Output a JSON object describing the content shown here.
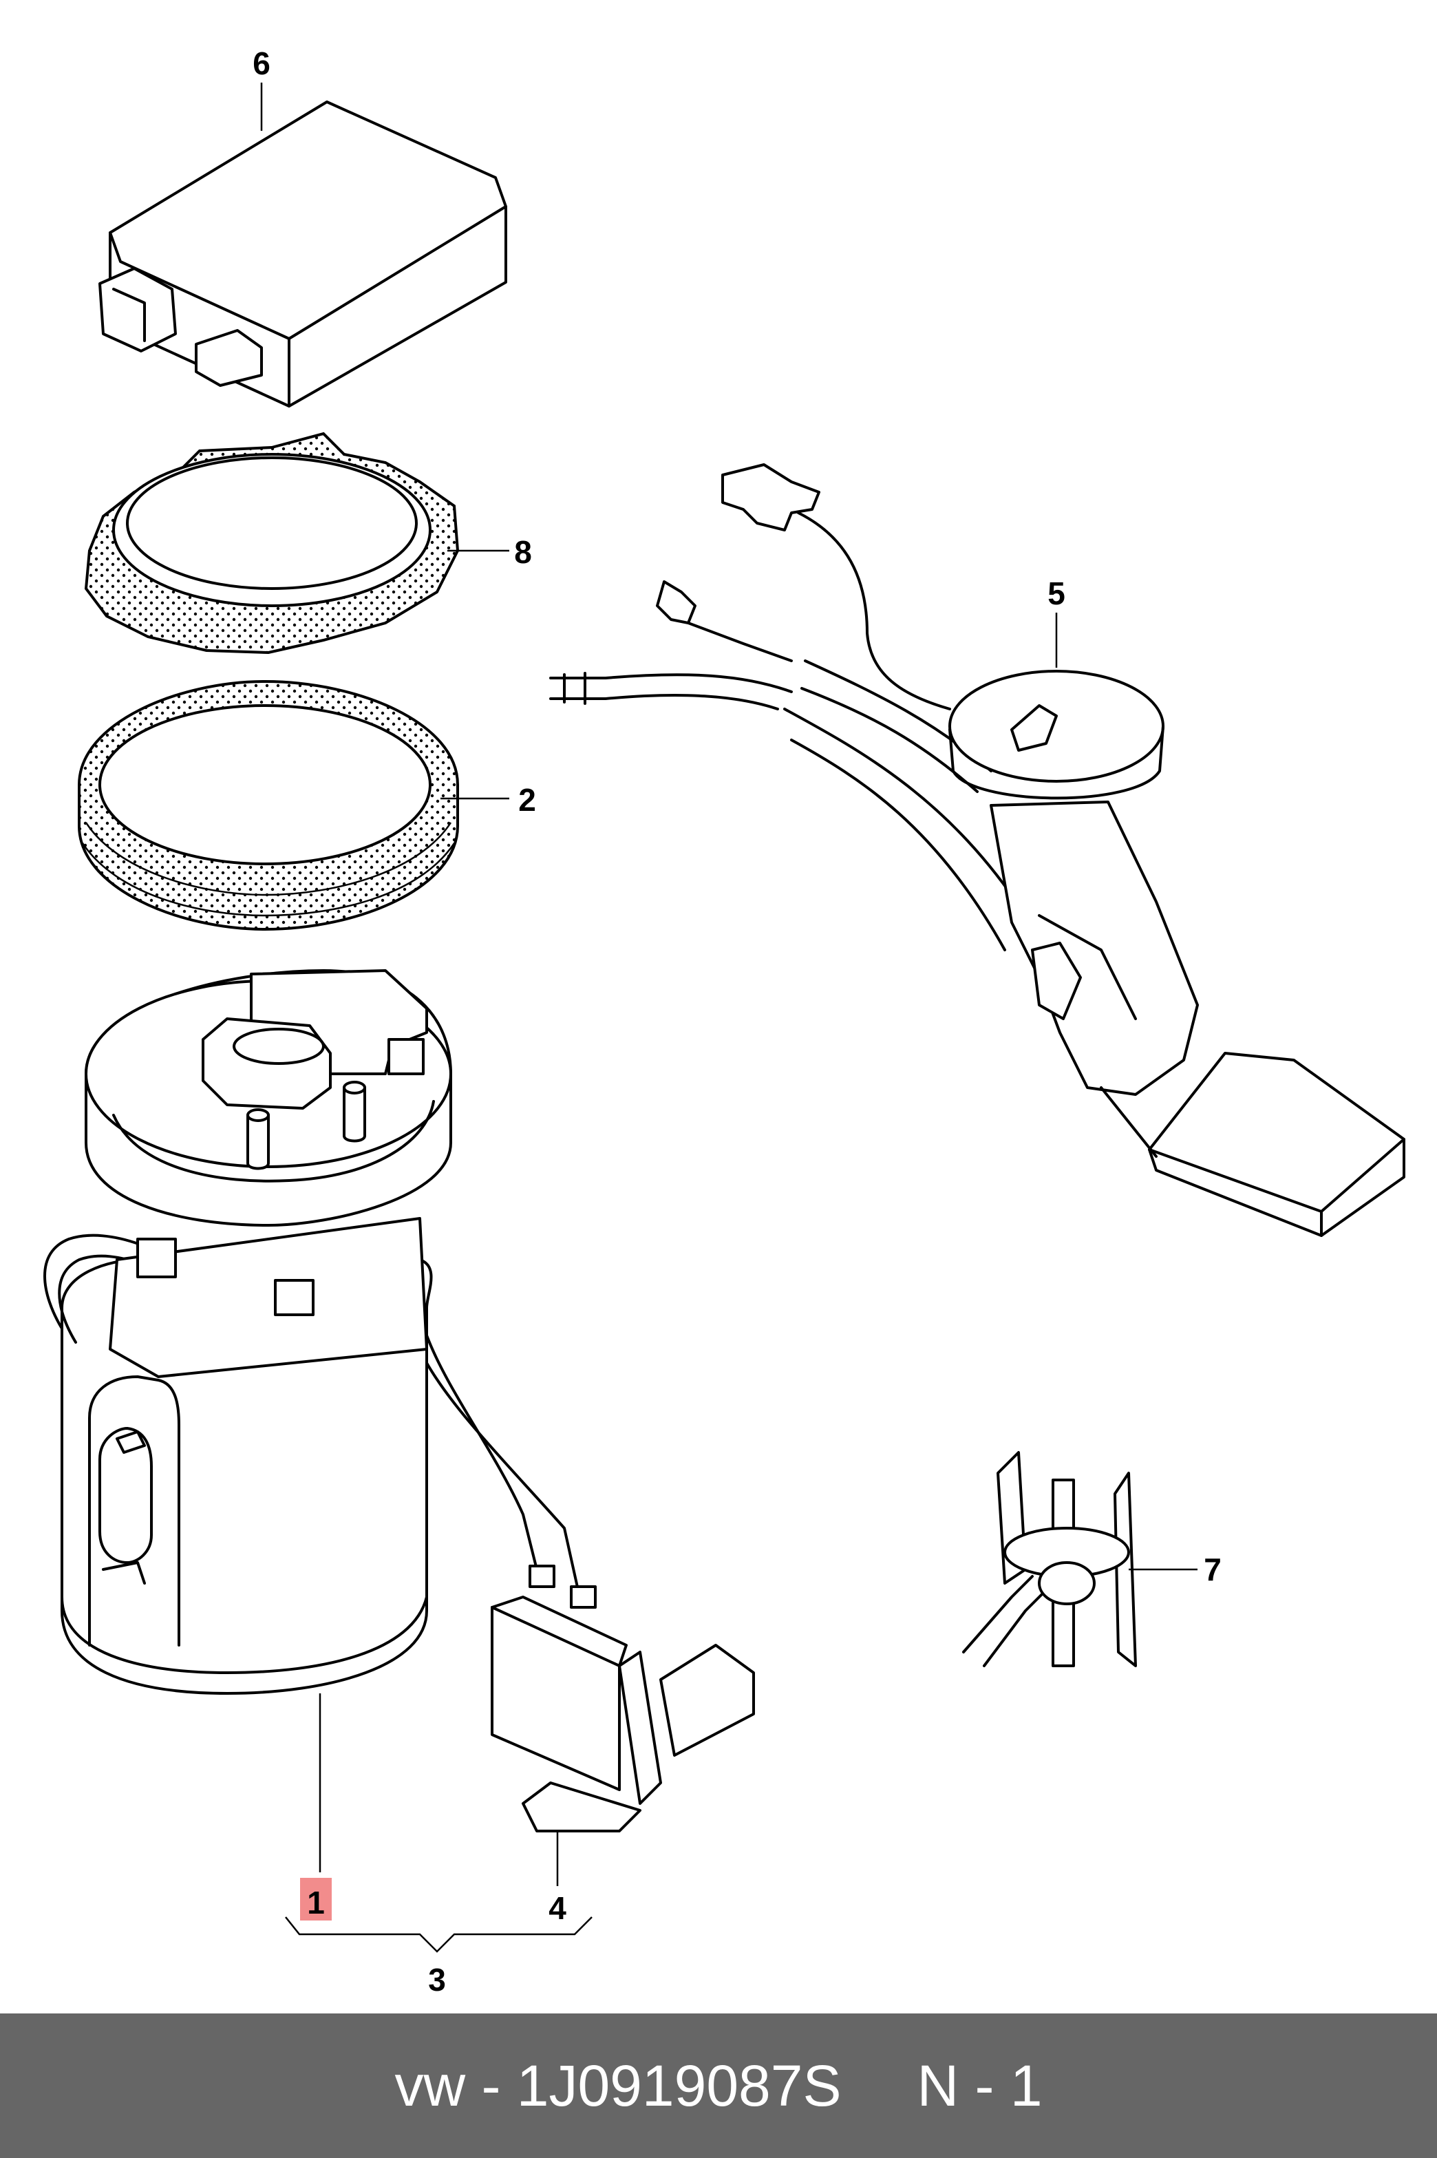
{
  "diagram": {
    "labels": [
      "1",
      "2",
      "3",
      "4",
      "5",
      "6",
      "7",
      "8"
    ],
    "highlight_label": "1",
    "highlight_color": "#f28c8c"
  },
  "footer": {
    "part_number": "vw - 1J0919087S",
    "page": "N - 1",
    "background": "#666666"
  }
}
